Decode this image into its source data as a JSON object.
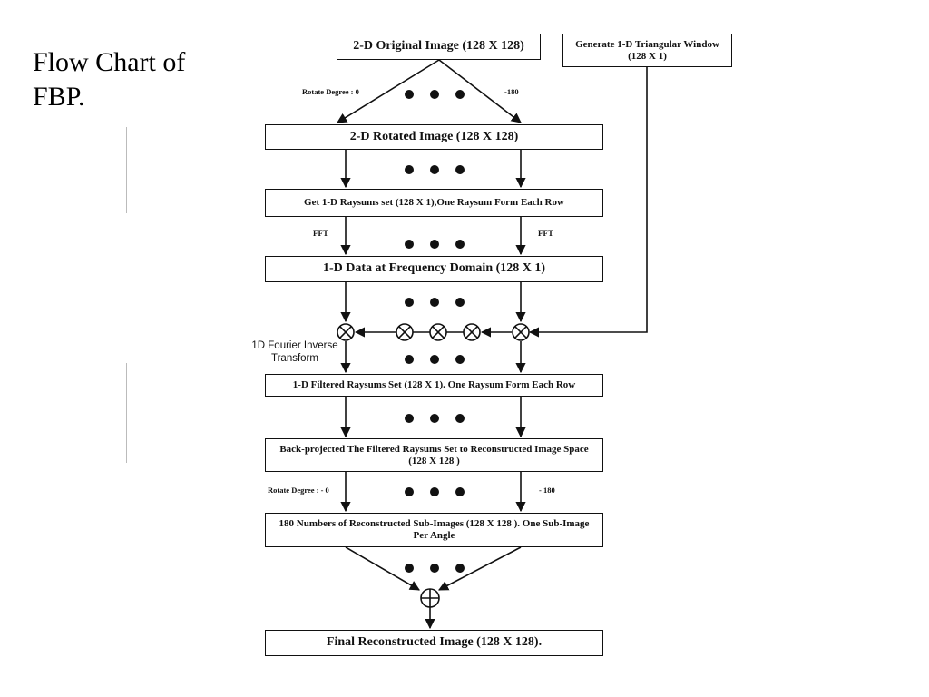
{
  "slide": {
    "title": "Flow Chart of\nFBP."
  },
  "diagram": {
    "boxes": {
      "original": "2-D Original Image (128 X 128)",
      "triangular": "Generate 1-D Triangular Window\n(128 X 1)",
      "rotated": "2-D Rotated Image (128 X 128)",
      "raysums": "Get 1-D Raysums set (128 X 1),One Raysum Form Each Row",
      "frequency": "1-D Data at Frequency Domain (128 X 1)",
      "filtered": "1-D Filtered Raysums Set (128 X 1). One Raysum Form Each Row",
      "backprojected": "Back-projected The Filtered Raysums Set to Reconstructed Image Space\n(128 X 128 )",
      "subimages": "180 Numbers of Reconstructed Sub-Images (128 X 128 ).  One Sub-Image\nPer Angle",
      "final": "Final Reconstructed Image (128 X 128)."
    },
    "labels": {
      "rotate_degrees_start": "Rotate Degree :  0",
      "rotate_degrees_end": "-180",
      "fft_left": "FFT",
      "fft_right": "FFT",
      "inverse_fourier": "1D Fourier Inverse\nTransform",
      "rotate_degrees_back_start": "Rotate Degree :  - 0",
      "rotate_degrees_back_end": "- 180"
    },
    "symbols": {
      "multiply": "multiply-operator",
      "sum": "sum-operator",
      "ellipsis": "ellipsis-dots"
    }
  }
}
